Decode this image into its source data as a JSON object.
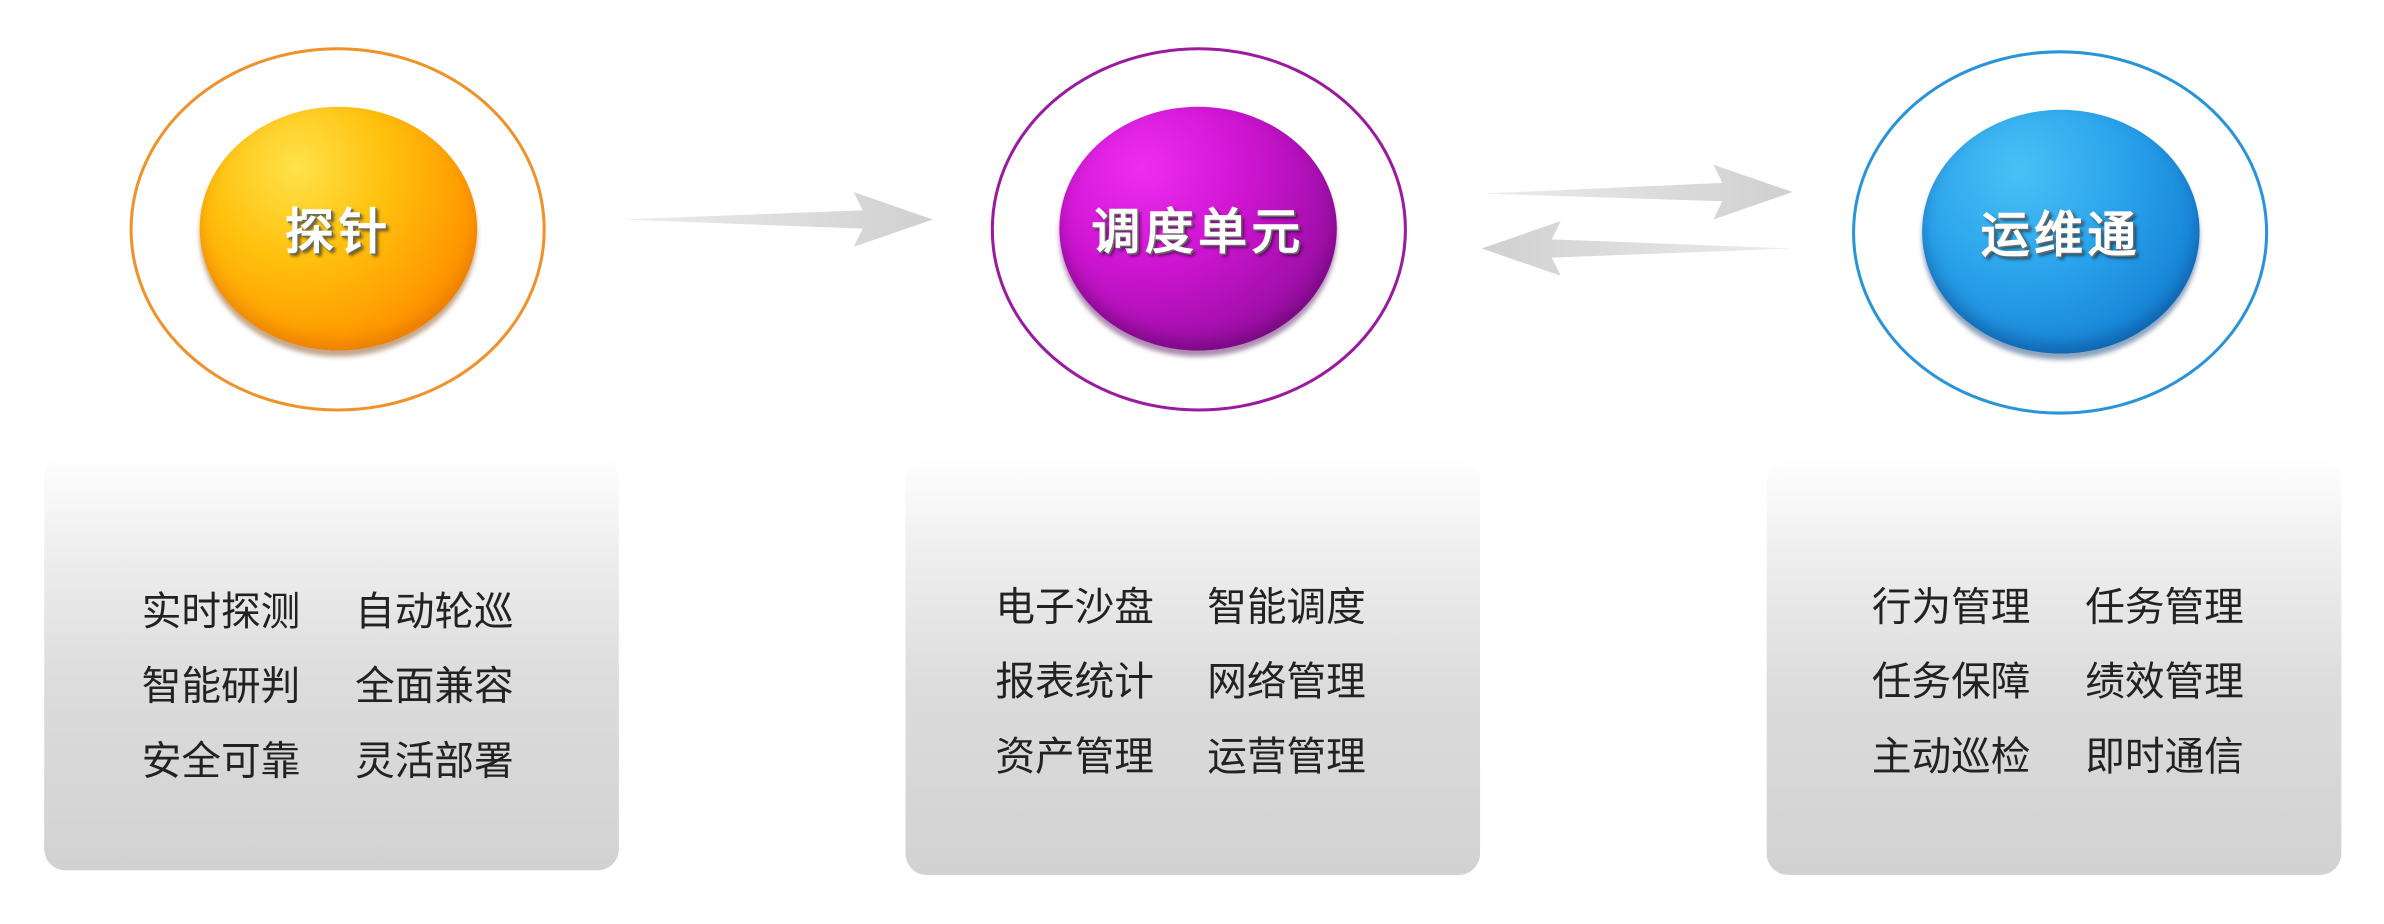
{
  "nodes": {
    "probe": {
      "label": "探针",
      "color": "#ff9800"
    },
    "dispatch": {
      "label": "调度单元",
      "color": "#c414c8"
    },
    "ops": {
      "label": "运维通",
      "color": "#1f8fde"
    }
  },
  "panels": {
    "probe": {
      "features": [
        "实时探测",
        "自动轮巡",
        "智能研判",
        "全面兼容",
        "安全可靠",
        "灵活部署"
      ]
    },
    "dispatch": {
      "features": [
        "电子沙盘",
        "智能调度",
        "报表统计",
        "网络管理",
        "资产管理",
        "运营管理"
      ]
    },
    "ops": {
      "features": [
        "行为管理",
        "任务管理",
        "任务保障",
        "绩效管理",
        "主动巡检",
        "即时通信"
      ]
    }
  },
  "connectors": {
    "probe_to_dispatch": "one-way",
    "dispatch_ops": "two-way"
  }
}
